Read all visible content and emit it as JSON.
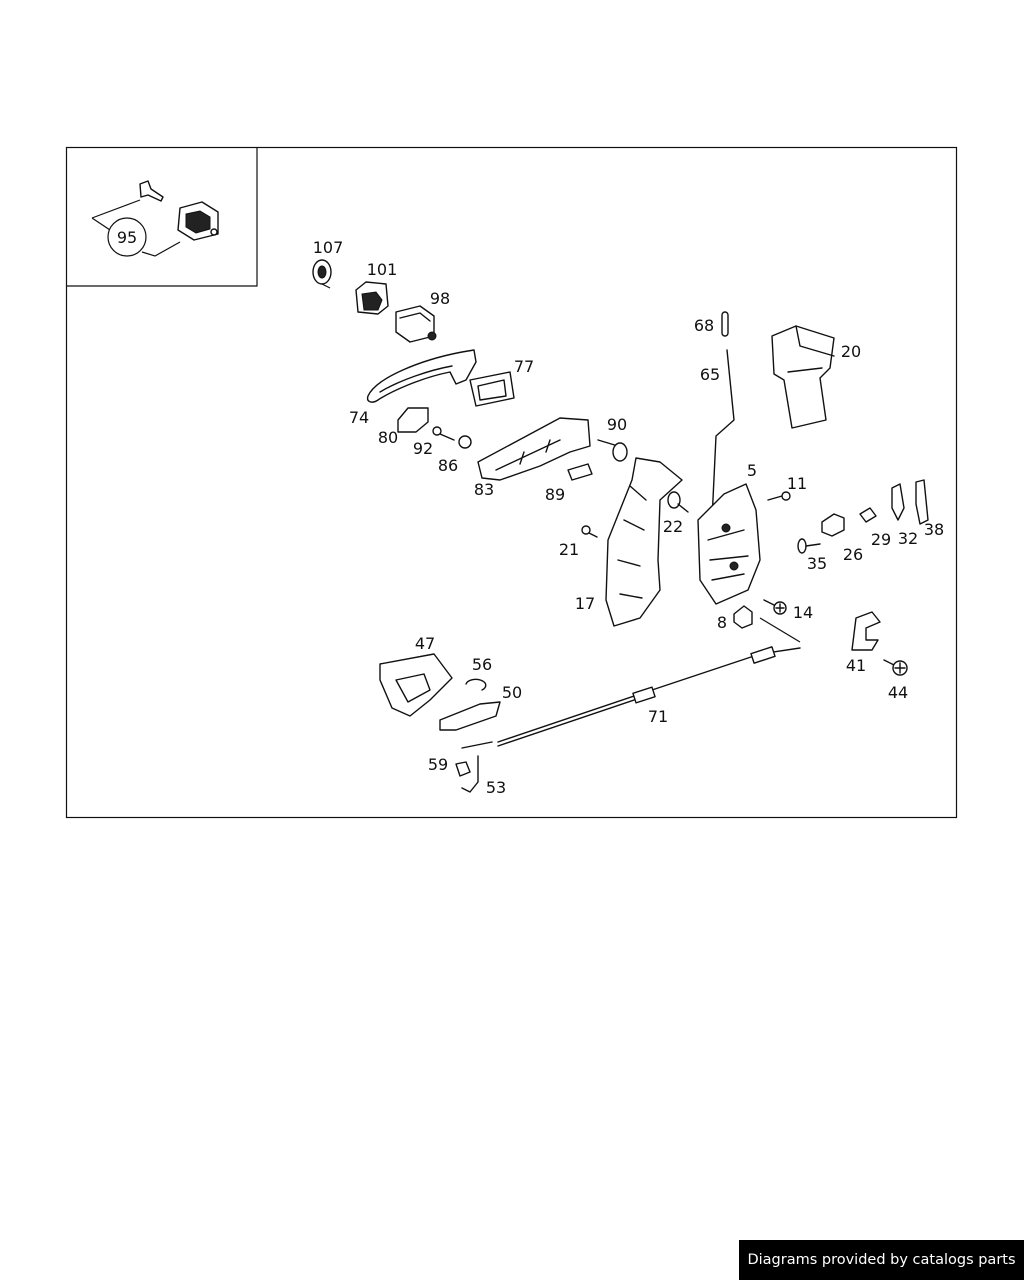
{
  "callouts": {
    "p107": "107",
    "p101": "101",
    "p98": "98",
    "p77": "77",
    "p74": "74",
    "p80": "80",
    "p92": "92",
    "p86": "86",
    "p83": "83",
    "p89": "89",
    "p90": "90",
    "p68": "68",
    "p65": "65",
    "p20": "20",
    "p5": "5",
    "p11": "11",
    "p22": "22",
    "p21": "21",
    "p17": "17",
    "p26": "26",
    "p29": "29",
    "p32": "32",
    "p38": "38",
    "p35": "35",
    "p14": "14",
    "p8": "8",
    "p41": "41",
    "p44": "44",
    "p47": "47",
    "p56": "56",
    "p50": "50",
    "p71": "71",
    "p59": "59",
    "p53": "53",
    "p95": "95"
  },
  "credit": "Diagrams provided by catalogs parts",
  "colors": {
    "line": "#111111",
    "background": "#ffffff",
    "credit_bg": "#000000",
    "credit_text": "#ffffff"
  }
}
